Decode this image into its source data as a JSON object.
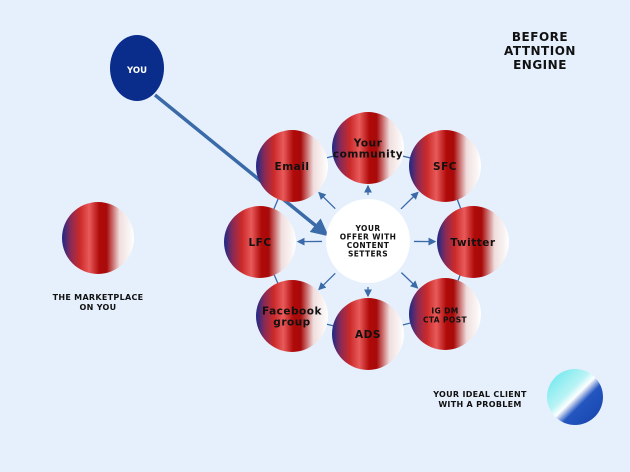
{
  "title": [
    "BEFORE",
    "ATTNTION",
    "ENGINE"
  ],
  "you": {
    "label": "YOU"
  },
  "marketplace": {
    "caption": [
      "THE MARKETPLACE",
      "ON YOU"
    ]
  },
  "ideal_client": {
    "caption": [
      "YOUR IDEAL CLIENT",
      "WITH A PROBLEM"
    ]
  },
  "center": {
    "label": [
      "YOUR",
      "OFFER WITH",
      "CONTENT",
      "SETTERS"
    ]
  },
  "nodes": [
    {
      "id": "email",
      "label": [
        "Email"
      ]
    },
    {
      "id": "your-community",
      "label": [
        "Your",
        "community"
      ]
    },
    {
      "id": "sfc",
      "label": [
        "SFC"
      ]
    },
    {
      "id": "twitter",
      "label": [
        "Twitter"
      ]
    },
    {
      "id": "ig-dm-cta-post",
      "label": [
        "IG DM",
        "CTA POST"
      ]
    },
    {
      "id": "ads",
      "label": [
        "ADS"
      ]
    },
    {
      "id": "facebook-group",
      "label": [
        "Facebook",
        "group"
      ]
    },
    {
      "id": "lfc",
      "label": [
        "LFC"
      ]
    }
  ],
  "colors": {
    "background": "#e6f0fd",
    "navy": "#0a2d8c",
    "red": "#b30d0d",
    "arrow": "#3a6aa8",
    "cyan": "#5fe0e8",
    "blue": "#1846b0"
  }
}
